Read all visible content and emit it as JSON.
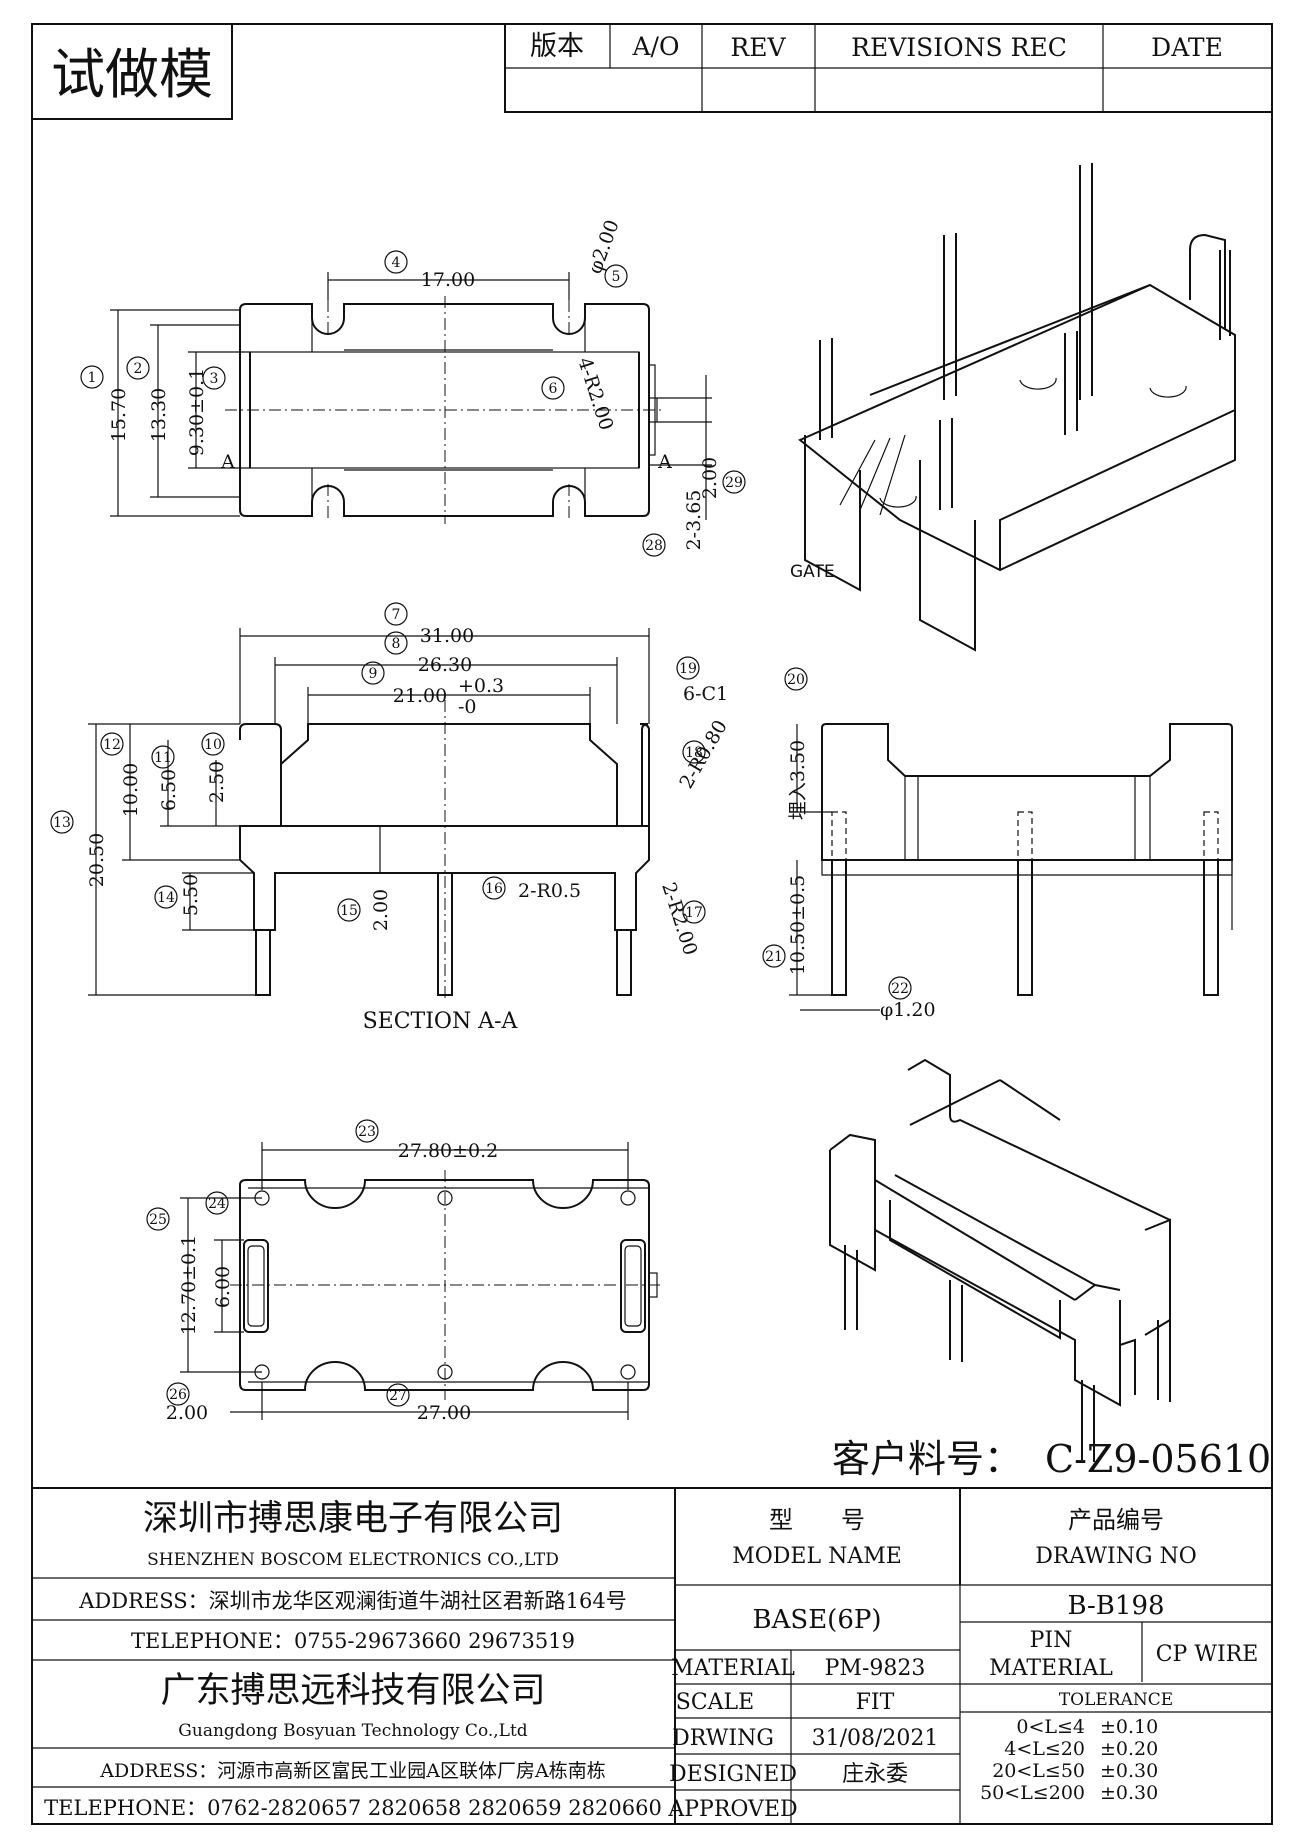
{
  "stamp": "试做模",
  "revision_table": {
    "version_label": "版本",
    "version_value": "A/O",
    "rev_label": "REV",
    "revisions_label": "REVISIONS REC",
    "date_label": "DATE"
  },
  "customer_part": {
    "label": "客户料号：",
    "value": "C-Z9-05610"
  },
  "views": {
    "section_label": "SECTION A-A",
    "gate_label": "GATE"
  },
  "dimensions": {
    "d4": "17.00",
    "d5": "φ2.00",
    "d6": "4-R2.00",
    "d1": "15.70",
    "d2": "13.30",
    "d3": "9.30±0.1",
    "d28": "2-3.65",
    "d29": "2.00",
    "sect_a": "A",
    "d7": "31.00",
    "d8": "26.30",
    "d9": "21.00",
    "d9_tol_up": "+0.3",
    "d9_tol_dn": "-0",
    "d19": "6-C1",
    "d18": "2-R0.80",
    "d17": "2-R2.00",
    "d16": "2-R0.5",
    "d12": "10.00",
    "d11": "6.50",
    "d10": "2.50",
    "d13": "20.50",
    "d14": "5.50",
    "d15": "2.00",
    "d20": "埋入3.50",
    "d21": "10.50±0.5",
    "d22": "φ1.20",
    "d23": "27.80±0.2",
    "d24": "",
    "d25": "12.70±0.1",
    "d25b": "6.00",
    "d26": "2.00",
    "d27": "27.00"
  },
  "bubbles": [
    "1",
    "2",
    "3",
    "4",
    "5",
    "6",
    "7",
    "8",
    "9",
    "10",
    "11",
    "12",
    "13",
    "14",
    "15",
    "16",
    "17",
    "18",
    "19",
    "20",
    "21",
    "22",
    "23",
    "24",
    "25",
    "26",
    "27",
    "28",
    "29"
  ],
  "title_block": {
    "company1_cn": "深圳市搏思康电子有限公司",
    "company1_en": "SHENZHEN BOSCOM ELECTRONICS CO.,LTD",
    "address1": "ADDRESS：深圳市龙华区观澜街道牛湖社区君新路164号",
    "telephone1": "TELEPHONE：0755-29673660 29673519",
    "company2_cn": "广东搏思远科技有限公司",
    "company2_en": "Guangdong Bosyuan Technology Co.,Ltd",
    "address2": "ADDRESS：河源市高新区富民工业园A区联体厂房A栋南栋",
    "telephone2": "TELEPHONE：0762-2820657 2820658 2820659 2820660",
    "model_label_cn": "型　　号",
    "model_label_en": "MODEL NAME",
    "drawing_label_cn": "产品编号",
    "drawing_label_en": "DRAWING NO",
    "model_value": "BASE(6P)",
    "drawing_value": "B-B198",
    "material_label": "MATERIAL",
    "material_value": "PM-9823",
    "pin_material_label_1": "PIN",
    "pin_material_label_2": "MATERIAL",
    "pin_material_value": "CP WIRE",
    "scale_label": "SCALE",
    "scale_value": "FIT",
    "drawing_date_label": "DRWING",
    "drawing_date_value": "31/08/2021",
    "designed_label": "DESIGNED",
    "designed_value": "庄永委",
    "approved_label": "APPROVED",
    "approved_value": "",
    "tolerance_label": "TOLERANCE",
    "tolerances": [
      {
        "range": "0<L≤4",
        "value": "±0.10"
      },
      {
        "range": "4<L≤20",
        "value": "±0.20"
      },
      {
        "range": "20<L≤50",
        "value": "±0.30"
      },
      {
        "range": "50<L≤200",
        "value": "±0.30"
      }
    ]
  }
}
